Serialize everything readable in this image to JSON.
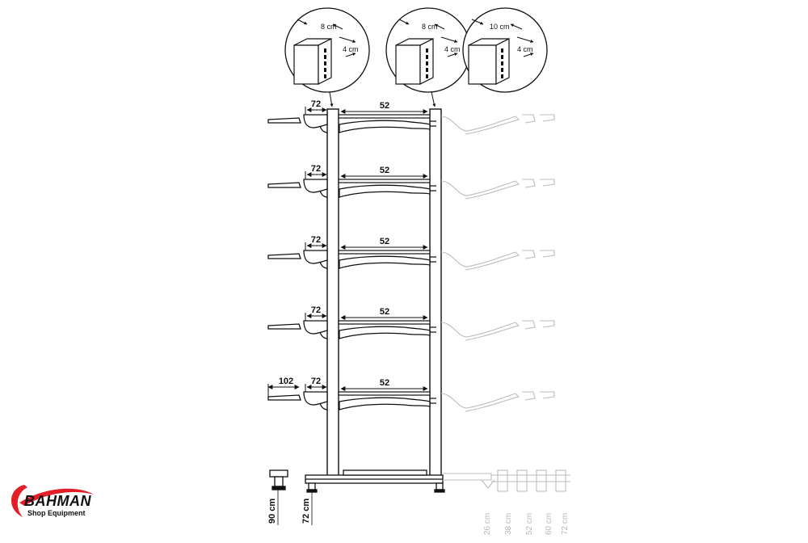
{
  "shelf_dimensions": [
    {
      "side": "72",
      "width": "52"
    },
    {
      "side": "72",
      "width": "52"
    },
    {
      "side": "72",
      "width": "52"
    },
    {
      "side": "72",
      "width": "52"
    },
    {
      "side": "72",
      "width": "52",
      "extension": "102"
    }
  ],
  "detail_views": [
    {
      "width": "8 cm",
      "depth": "4 cm"
    },
    {
      "width": "8 cm",
      "depth": "4 cm"
    },
    {
      "width": "10 cm",
      "depth": "4 cm"
    }
  ],
  "base_heights": {
    "left_base": "90 cm",
    "center_base": "72 cm",
    "right_bases": [
      "26 cm",
      "38 cm",
      "52 cm",
      "60 cm",
      "72 cm"
    ]
  },
  "logo": {
    "brand": "BAHMAN",
    "tagline": "Shop Equipment",
    "accent": "#e21e26"
  },
  "colors": {
    "line": "#111111",
    "faint": "#bdbdbd"
  }
}
